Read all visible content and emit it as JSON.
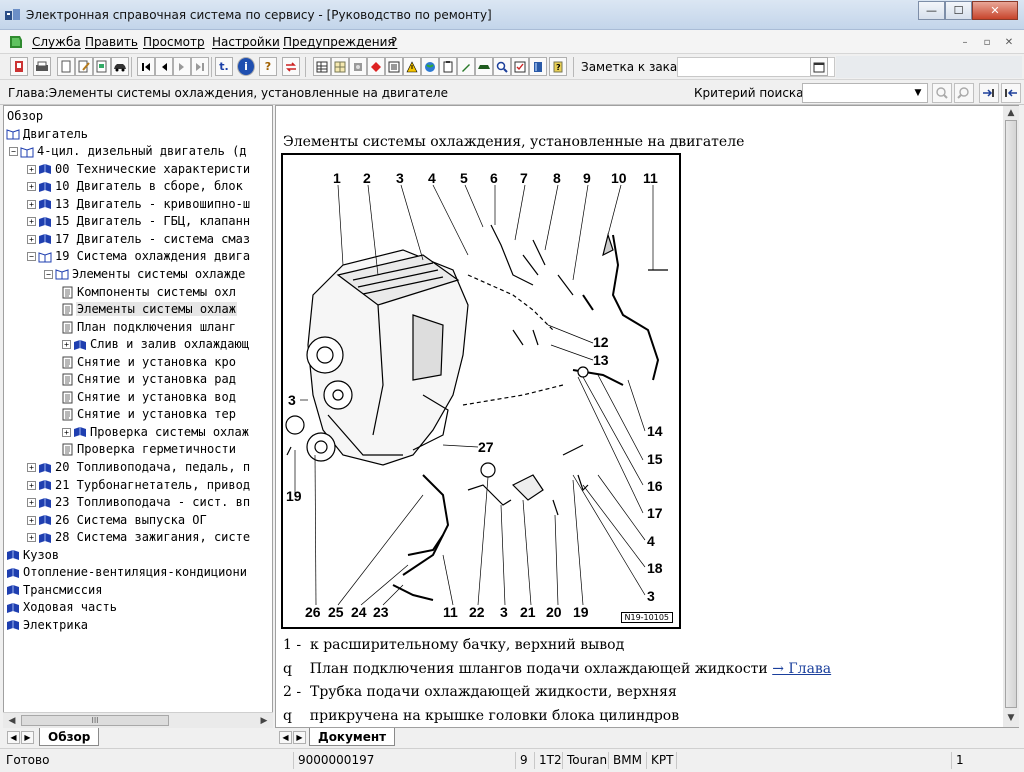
{
  "window": {
    "title": "Электронная справочная система по сервису - [Руководство по ремонту]",
    "buttons": [
      "—",
      "☐",
      "✕"
    ]
  },
  "menu": {
    "items": [
      "Служба",
      "Править",
      "Просмотр",
      "Настройки",
      "Предупреждения",
      "?"
    ],
    "mdi_buttons": [
      "–",
      "▫",
      "✕"
    ]
  },
  "toolbar": {
    "order_label": "Заметка к заказу:",
    "order_value": "",
    "buttons": [
      "t.",
      "i",
      "?"
    ]
  },
  "chapter": {
    "text": "Глава:Элементы системы охлаждения, установленные на двигателе",
    "criteria_label": "Критерий поиска:",
    "criteria_value": ""
  },
  "tree": {
    "items": [
      {
        "indent": 0,
        "icon": "none",
        "text": "Обзор"
      },
      {
        "indent": 0,
        "icon": "open-book",
        "text": "Двигатель"
      },
      {
        "indent": 1,
        "icon": "open-book",
        "exp": "−",
        "text": "4-цил. дизельный двигатель (д"
      },
      {
        "indent": 2,
        "icon": "blue-book",
        "exp": "+",
        "text": "00 Технические характеристи"
      },
      {
        "indent": 2,
        "icon": "blue-book",
        "exp": "+",
        "text": "10 Двигатель в сборе, блок"
      },
      {
        "indent": 2,
        "icon": "blue-book",
        "exp": "+",
        "text": "13 Двигатель - кривошипно-ш"
      },
      {
        "indent": 2,
        "icon": "blue-book",
        "exp": "+",
        "text": "15 Двигатель - ГБЦ, клапанн"
      },
      {
        "indent": 2,
        "icon": "blue-book",
        "exp": "+",
        "text": "17 Двигатель - система смаз"
      },
      {
        "indent": 2,
        "icon": "open-book",
        "exp": "−",
        "text": "19 Система охлаждения двига"
      },
      {
        "indent": 3,
        "icon": "open-book",
        "exp": "−",
        "text": "Элементы системы охлажде"
      },
      {
        "indent": 4,
        "icon": "doc",
        "text": "Компоненты системы охл"
      },
      {
        "indent": 4,
        "icon": "doc",
        "text": "Элементы системы охлаж",
        "selected": true
      },
      {
        "indent": 4,
        "icon": "doc",
        "text": "План подключения шланг"
      },
      {
        "indent": 4,
        "icon": "blue-book",
        "exp": "+",
        "text": "Слив и залив охлаждающ"
      },
      {
        "indent": 4,
        "icon": "doc",
        "text": "Снятие и установка кро"
      },
      {
        "indent": 4,
        "icon": "doc",
        "text": "Снятие и установка рад"
      },
      {
        "indent": 4,
        "icon": "doc",
        "text": "Снятие и установка вод"
      },
      {
        "indent": 4,
        "icon": "doc",
        "text": "Снятие и установка тер"
      },
      {
        "indent": 4,
        "icon": "blue-book",
        "exp": "+",
        "text": "Проверка системы охлаж"
      },
      {
        "indent": 4,
        "icon": "doc",
        "text": "Проверка герметичности"
      },
      {
        "indent": 2,
        "icon": "blue-book",
        "exp": "+",
        "text": "20 Топливоподача, педаль, п"
      },
      {
        "indent": 2,
        "icon": "blue-book",
        "exp": "+",
        "text": "21 Турбонагнетатель, привод"
      },
      {
        "indent": 2,
        "icon": "blue-book",
        "exp": "+",
        "text": "23 Топливоподача - сист. вп"
      },
      {
        "indent": 2,
        "icon": "blue-book",
        "exp": "+",
        "text": "26 Системa выпуска ОГ"
      },
      {
        "indent": 2,
        "icon": "blue-book",
        "exp": "+",
        "text": "28 Система зажигания, систе"
      },
      {
        "indent": 0,
        "icon": "blue-book",
        "text": "Кузов"
      },
      {
        "indent": 0,
        "icon": "blue-book",
        "text": "Отопление-вентиляция-кондициони"
      },
      {
        "indent": 0,
        "icon": "blue-book",
        "text": "Трансмиссия"
      },
      {
        "indent": 0,
        "icon": "blue-book",
        "text": "Ходовая часть"
      },
      {
        "indent": 0,
        "icon": "blue-book",
        "text": "Электрика"
      }
    ]
  },
  "tabs": {
    "left": "Обзор",
    "right": "Документ"
  },
  "document": {
    "title": "Элементы системы охлаждения, установленные на двигателе",
    "figure_id": "N19-10105",
    "callouts": [
      "1",
      "2",
      "3",
      "4",
      "5",
      "6",
      "7",
      "8",
      "9",
      "10",
      "11",
      "12",
      "13",
      "3",
      "14",
      "15",
      "16",
      "17",
      "4",
      "18",
      "3",
      "19",
      "27",
      "26",
      "25",
      "24",
      "23",
      "11",
      "22",
      "3",
      "21",
      "20",
      "19"
    ],
    "lines": [
      {
        "prefix": "1 -",
        "text": "к расширительному бачку, верхний вывод"
      },
      {
        "prefix": "q",
        "text": "План подключения шлангов подачи охлаждающей жидкости ",
        "link": "→ Глава"
      },
      {
        "prefix": "2 -",
        "text": "Трубка подачи охлаждающей жидкости, верхняя"
      },
      {
        "prefix": "q",
        "text": "прикручена на крышке головки блока цилиндров"
      }
    ]
  },
  "status": {
    "ready": "Готово",
    "code": "9000000197",
    "page": "9",
    "c1": "1T2",
    "c2": "Touran",
    "c3": "BMM",
    "c4": "KPT",
    "c5": "1"
  }
}
